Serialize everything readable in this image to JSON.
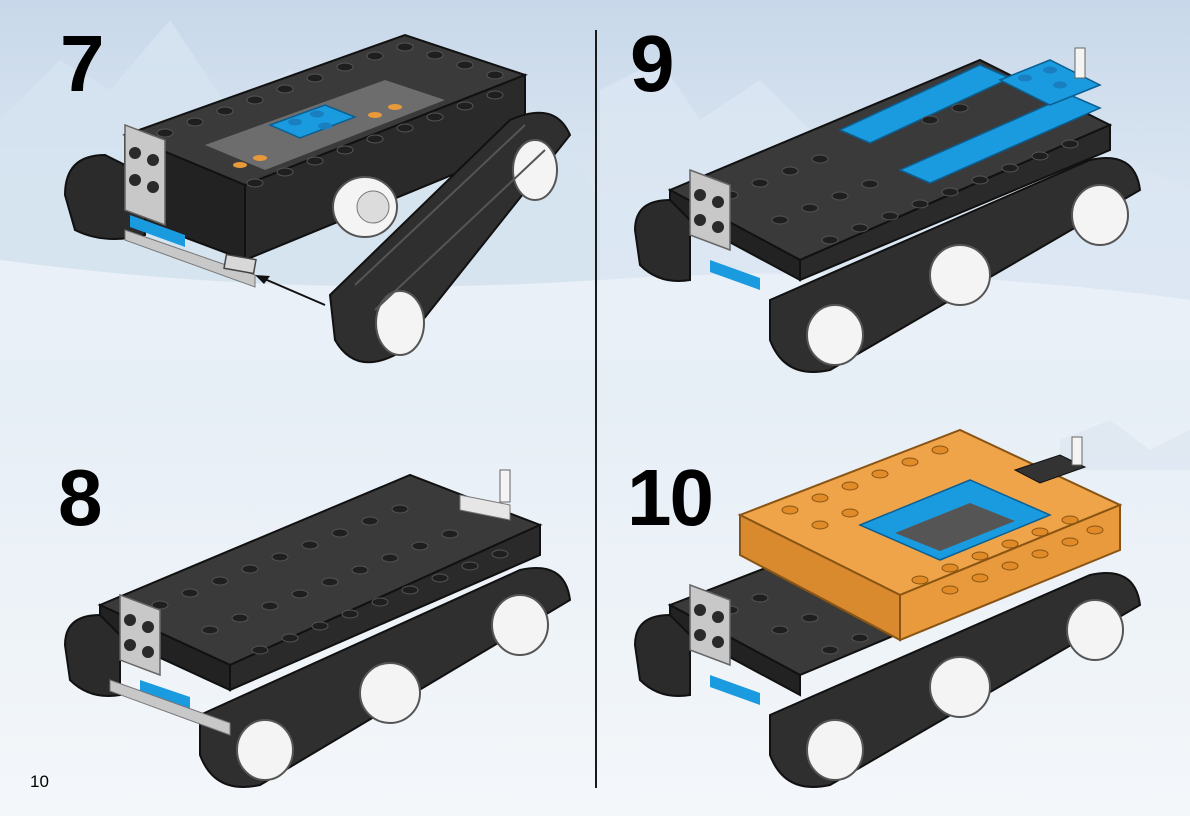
{
  "page": {
    "number": "10"
  },
  "steps": [
    {
      "number": "7",
      "parts_colors": [
        "#2f2f2f",
        "#1a9be0",
        "#e8993a",
        "#c8c8c8"
      ]
    },
    {
      "number": "8",
      "parts_colors": [
        "#2f2f2f",
        "#1a9be0",
        "#c8c8c8"
      ]
    },
    {
      "number": "9",
      "parts_colors": [
        "#2f2f2f",
        "#1a9be0",
        "#c8c8c8"
      ]
    },
    {
      "number": "10",
      "parts_colors": [
        "#2f2f2f",
        "#1a9be0",
        "#f0a44a",
        "#c8c8c8"
      ]
    }
  ],
  "colors": {
    "brick_dark": "#2f2f2f",
    "brick_blue": "#1a9be0",
    "brick_orange": "#f0a44a",
    "brick_grey": "#c8c8c8",
    "wheel_white": "#f4f4f4"
  }
}
